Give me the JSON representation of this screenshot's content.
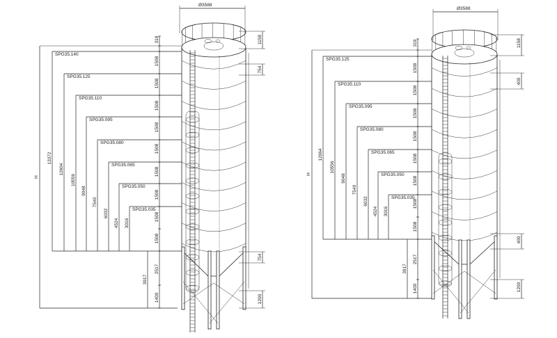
{
  "left": {
    "diameter": "Ø3588",
    "total_height_label": "H",
    "models": [
      {
        "name": "SPG35.140",
        "height": "13372"
      },
      {
        "name": "SPG35.125",
        "height": "12604"
      },
      {
        "name": "SPG35.110",
        "height": "10556"
      },
      {
        "name": "SPG35.095",
        "height": "9048"
      },
      {
        "name": "SPG35.080",
        "height": "7540"
      },
      {
        "name": "SPG35.065",
        "height": "6032"
      },
      {
        "name": "SPG35.050",
        "height": "4524"
      },
      {
        "name": "SPG35.035",
        "height": "3016"
      }
    ],
    "base_height": "3917",
    "chain": [
      "319",
      "1508",
      "1508",
      "1508",
      "1508",
      "1508",
      "1508",
      "1508",
      "1508",
      "1508",
      "2517",
      "1400"
    ],
    "right_dims": [
      "1158",
      "754",
      "754",
      "1200"
    ]
  },
  "right": {
    "diameter": "Ø3588",
    "total_height_label": "H",
    "models": [
      {
        "name": "SPG35.125",
        "height": "12064"
      },
      {
        "name": "SPG35.110",
        "height": "10556"
      },
      {
        "name": "SPG35.095",
        "height": "9048"
      },
      {
        "name": "SPG35.080",
        "height": "7540"
      },
      {
        "name": "SPG35.065",
        "height": "6032"
      },
      {
        "name": "SPG35.050",
        "height": "4524"
      },
      {
        "name": "SPG35.035",
        "height": "3016"
      }
    ],
    "base_height": "3917",
    "chain": [
      "319",
      "1508",
      "1508",
      "1508",
      "1508",
      "1508",
      "1508",
      "1508",
      "1508",
      "2517",
      "1400"
    ],
    "right_dims": [
      "1158",
      "400",
      "400",
      "1200"
    ]
  }
}
